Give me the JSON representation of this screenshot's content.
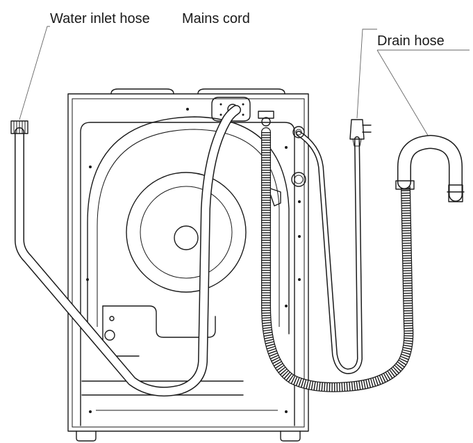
{
  "labels": {
    "water_inlet_hose": "Water inlet hose",
    "mains_cord": "Mains cord",
    "drain_hose": "Drain hose"
  },
  "colors": {
    "line": "#1a1a1a",
    "background": "#ffffff"
  }
}
